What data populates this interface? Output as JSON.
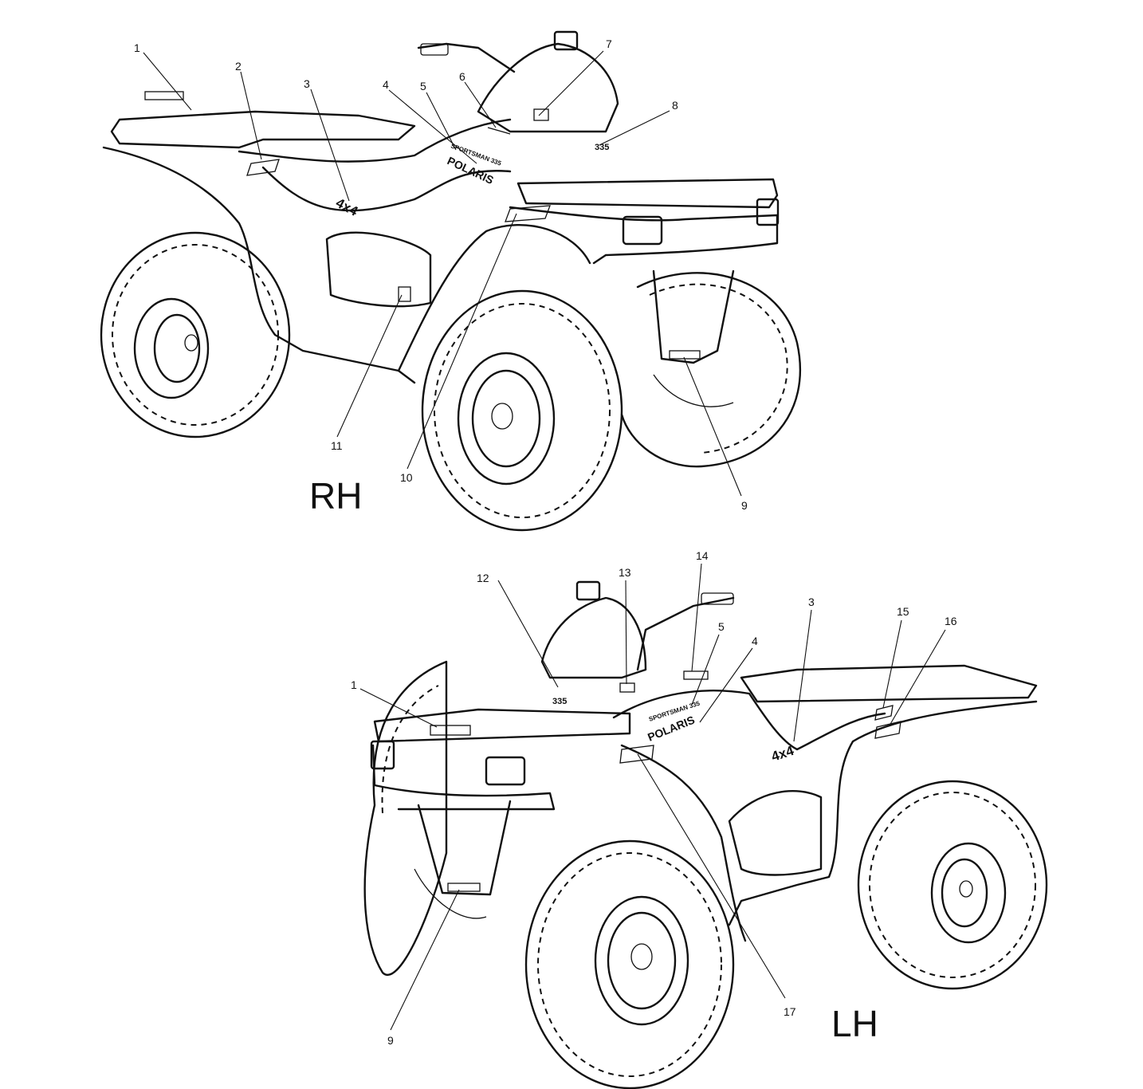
{
  "views": [
    {
      "label": "RH",
      "callouts": [
        "1",
        "2",
        "3",
        "4",
        "5",
        "6",
        "7",
        "8",
        "9",
        "10",
        "11"
      ]
    },
    {
      "label": "LH",
      "callouts": [
        "1",
        "3",
        "4",
        "5",
        "9",
        "12",
        "13",
        "14",
        "15",
        "16",
        "17"
      ]
    }
  ],
  "decal_text": {
    "brand": "POLARIS",
    "badge_4x4": "4x4",
    "model": "SPORTSMAN 335",
    "engine": "335"
  }
}
